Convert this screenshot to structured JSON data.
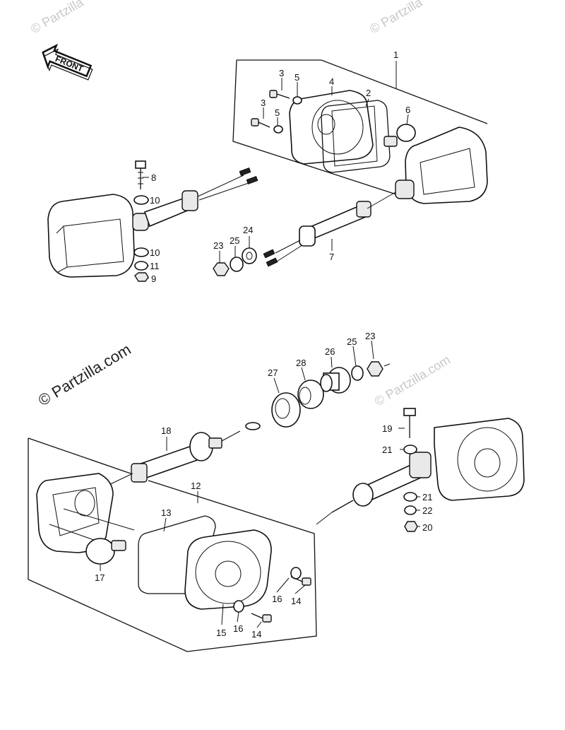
{
  "watermarks": {
    "top_left": "© Partzilla",
    "top_right": "© Partzilla",
    "left_diag": "© Partzilla.com",
    "right_diag": "© Partzilla.com"
  },
  "front_label": "FRONT",
  "callouts": [
    "1",
    "2",
    "3",
    "3",
    "4",
    "5",
    "5",
    "6",
    "7",
    "8",
    "9",
    "10",
    "10",
    "11",
    "12",
    "13",
    "14",
    "14",
    "15",
    "16",
    "16",
    "17",
    "18",
    "19",
    "20",
    "21",
    "21",
    "22",
    "23",
    "23",
    "24",
    "25",
    "25",
    "26",
    "27",
    "28"
  ]
}
